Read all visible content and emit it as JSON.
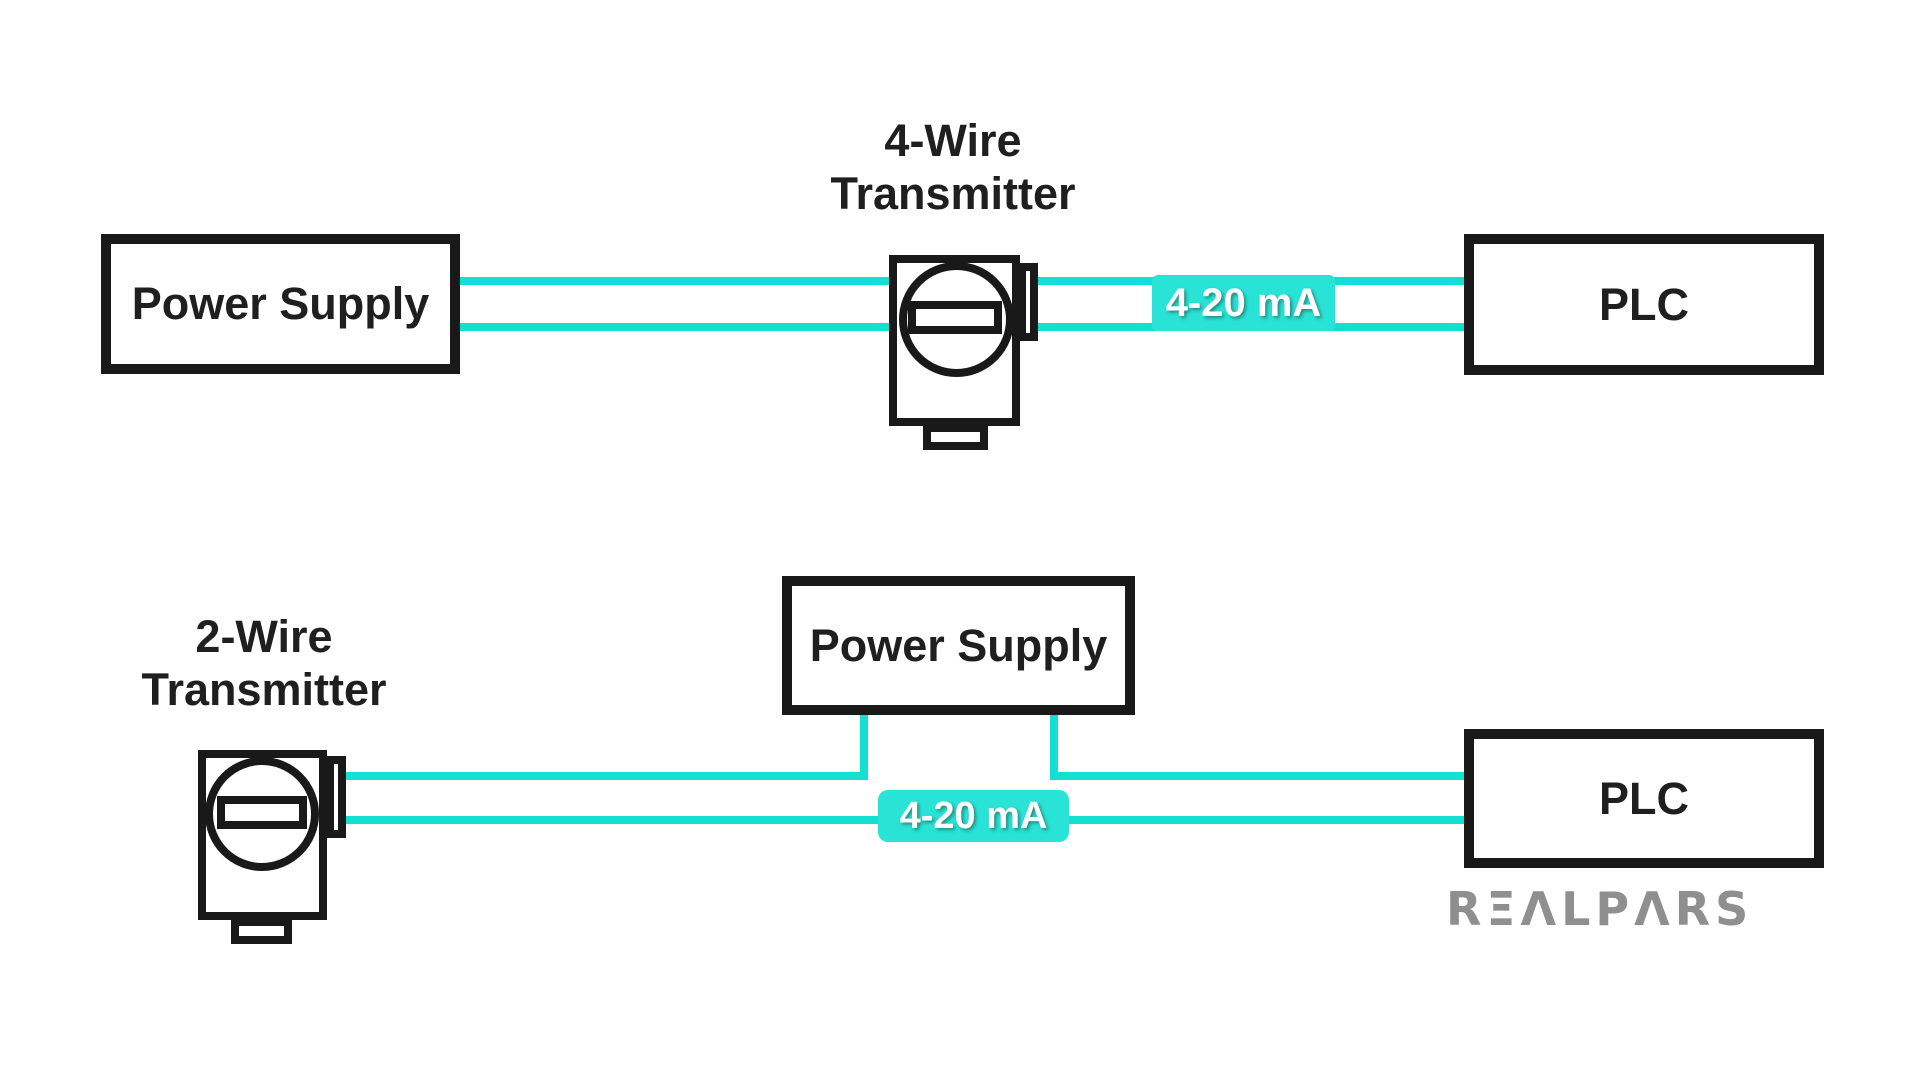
{
  "colors": {
    "wire_teal": "#14E0D2",
    "label_teal": "#28E3D6",
    "box_stroke": "#191919",
    "text_dark": "#1F1F1F",
    "logo_gray": "#8F8F8F",
    "bg": "#FFFFFF"
  },
  "top_diagram": {
    "title_line1": "4-Wire",
    "title_line2": "Transmitter",
    "power_supply_label": "Power Supply",
    "plc_label": "PLC",
    "signal_label": "4-20 mA"
  },
  "bottom_diagram": {
    "title_line1": "2-Wire",
    "title_line2": "Transmitter",
    "power_supply_label": "Power Supply",
    "plc_label": "PLC",
    "signal_label": "4-20 mA"
  },
  "logo": {
    "text": "REALPARS",
    "display_text": "RΞΛLPΛRS"
  }
}
